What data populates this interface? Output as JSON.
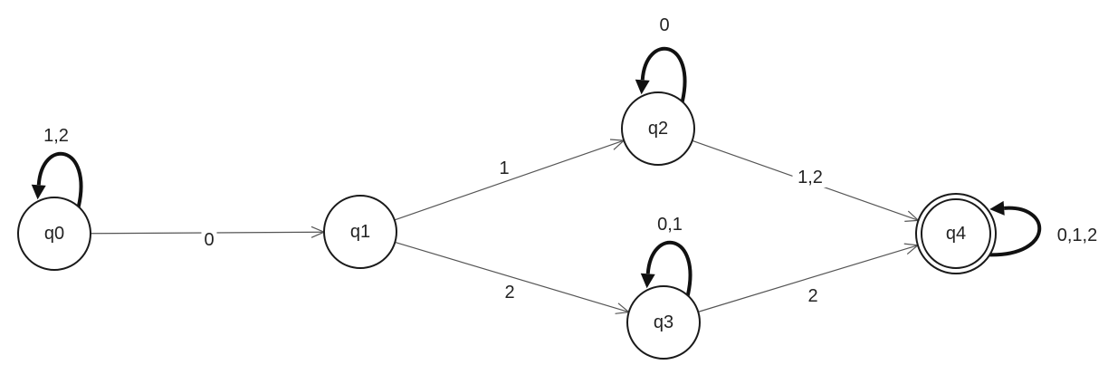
{
  "states": [
    {
      "id": "q0",
      "label": "q0",
      "accepting": false
    },
    {
      "id": "q1",
      "label": "q1",
      "accepting": false
    },
    {
      "id": "q2",
      "label": "q2",
      "accepting": false
    },
    {
      "id": "q3",
      "label": "q3",
      "accepting": false
    },
    {
      "id": "q4",
      "label": "q4",
      "accepting": true
    }
  ],
  "transitions": [
    {
      "from": "q0",
      "to": "q1",
      "label": "0"
    },
    {
      "from": "q1",
      "to": "q2",
      "label": "1"
    },
    {
      "from": "q1",
      "to": "q3",
      "label": "2"
    },
    {
      "from": "q2",
      "to": "q4",
      "label": "1,2"
    },
    {
      "from": "q3",
      "to": "q4",
      "label": "2"
    }
  ],
  "self_loops": [
    {
      "state": "q0",
      "label": "1,2"
    },
    {
      "state": "q2",
      "label": "0"
    },
    {
      "state": "q3",
      "label": "0,1"
    },
    {
      "state": "q4",
      "label": "0,1,2"
    }
  ]
}
